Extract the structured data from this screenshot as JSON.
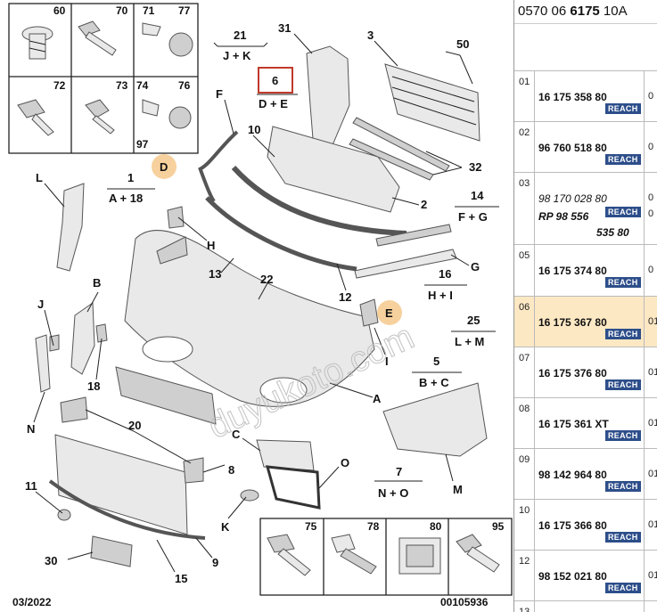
{
  "diagram": {
    "footer_left": "03/2022",
    "footer_right": "00105936",
    "watermark": "duyukoto.com",
    "top_box_numbers": [
      "60",
      "70",
      "71",
      "77",
      "72",
      "73",
      "74",
      "76",
      "97"
    ],
    "bottom_box_numbers": [
      "75",
      "78",
      "80",
      "95"
    ],
    "ref_labels": [
      {
        "text": "21",
        "sub": "J + K"
      },
      {
        "text": "6",
        "sub": "D + E"
      },
      {
        "text": "1",
        "sub": "A + 18"
      },
      {
        "text": "14",
        "sub": "F + G"
      },
      {
        "text": "16",
        "sub": "H + I"
      },
      {
        "text": "25",
        "sub": "L + M"
      },
      {
        "text": "5",
        "sub": "B + C"
      },
      {
        "text": "7",
        "sub": "N + O"
      }
    ],
    "callouts": [
      "31",
      "3",
      "50",
      "10",
      "F",
      "32",
      "2",
      "D",
      "L",
      "H",
      "G",
      "13",
      "22",
      "12",
      "E",
      "B",
      "J",
      "I",
      "A",
      "18",
      "N",
      "20",
      "C",
      "O",
      "8",
      "M",
      "11",
      "K",
      "30",
      "15",
      "9"
    ]
  },
  "sidebar": {
    "ref_prefix": "0570 06 ",
    "ref_bold": "6175",
    "ref_suffix": " 10A",
    "reach_label": "REACH",
    "rows": [
      {
        "num": "01",
        "part": "16 175 358 80",
        "q": "0"
      },
      {
        "num": "02",
        "part": "96 760 518 80",
        "q": "0"
      },
      {
        "num": "03",
        "part": "98 170 028 80",
        "part2": "RP 98 556",
        "part3": "535 80",
        "q": "0",
        "q2": "0"
      },
      {
        "num": "05",
        "part": "16 175 374 80",
        "q": "0"
      },
      {
        "num": "06",
        "part": "16 175 367 80",
        "q": "01"
      },
      {
        "num": "07",
        "part": "16 175 376 80",
        "q": "01"
      },
      {
        "num": "08",
        "part": "16 175 361 XT",
        "q": "01"
      },
      {
        "num": "09",
        "part": "98 142 964 80",
        "q": "01"
      },
      {
        "num": "10",
        "part": "16 175 366 80",
        "q": "01"
      },
      {
        "num": "12",
        "part": "98 152 021 80",
        "q": "01"
      },
      {
        "num": "13",
        "part": "",
        "q": ""
      }
    ]
  }
}
